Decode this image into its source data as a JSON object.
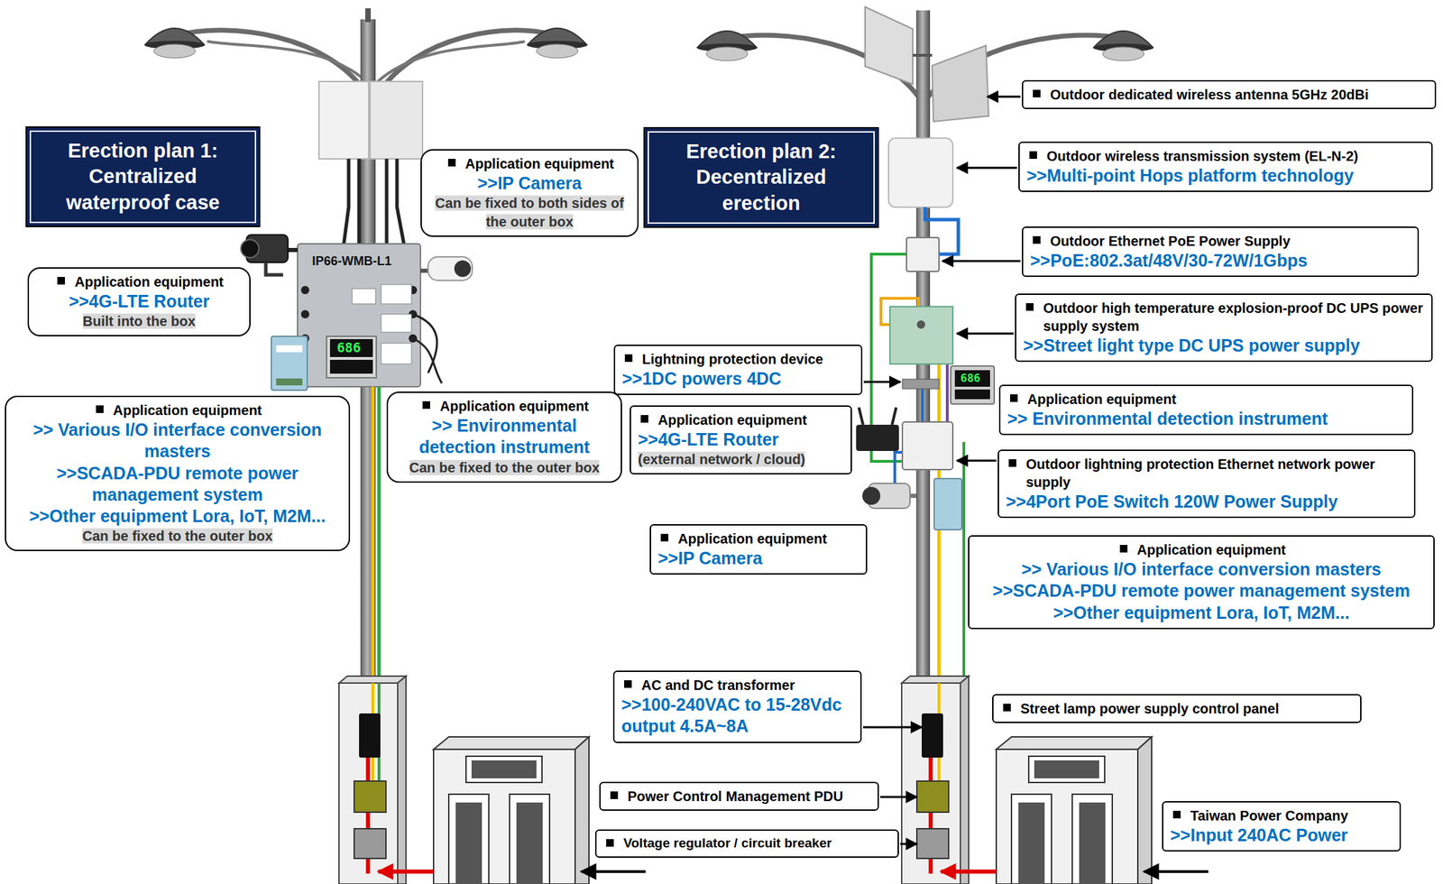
{
  "diagram": {
    "nodes": [
      {
        "text": [
          "Erection plan 1: Centralized waterproof case"
        ]
      },
      {
        "text": [
          "Application equipment",
          ">>IP Camera",
          "Can be fixed to both sides of the outer box"
        ]
      },
      {
        "text": [
          "Application equipment",
          ">>4G-LTE Router",
          "Built into the box"
        ]
      },
      {
        "text": [
          "Application equipment",
          ">> Various I/O interface conversion masters",
          ">>SCADA-PDU remote power management system",
          ">>Other equipment Lora, IoT, M2M...",
          "Can be fixed to the outer box"
        ]
      },
      {
        "text": [
          "Application equipment",
          ">> Environmental detection instrument",
          "Can be fixed to the outer box"
        ]
      },
      {
        "text": [
          "Erection plan 2: Decentralized erection"
        ]
      },
      {
        "text": [
          "Outdoor dedicated wireless antenna 5GHz 20dBi"
        ]
      },
      {
        "text": [
          "Outdoor wireless transmission system (EL-N-2)",
          ">>Multi-point Hops platform technology"
        ]
      },
      {
        "text": [
          "Outdoor Ethernet PoE Power Supply",
          ">>PoE:802.3at/48V/30-72W/1Gbps"
        ]
      },
      {
        "text": [
          "Outdoor high temperature explosion-proof DC UPS power supply system",
          ">>Street light type DC UPS power supply"
        ]
      },
      {
        "text": [
          "Lightning protection device",
          ">>1DC powers 4DC"
        ]
      },
      {
        "text": [
          "Application equipment",
          ">> Environmental detection instrument"
        ]
      },
      {
        "text": [
          "Application equipment",
          ">>4G-LTE Router",
          "(external network / cloud)"
        ]
      },
      {
        "text": [
          "Outdoor lightning protection Ethernet network power supply",
          ">>4Port PoE Switch 120W Power Supply"
        ]
      },
      {
        "text": [
          "Application equipment",
          ">>IP Camera"
        ]
      },
      {
        "text": [
          "Application equipment",
          ">> Various I/O interface conversion masters",
          ">>SCADA-PDU remote power management system",
          ">>Other equipment Lora, IoT, M2M..."
        ]
      },
      {
        "text": [
          "AC and DC transformer",
          ">>100-240VAC to 15-28Vdc output 4.5A~8A"
        ]
      },
      {
        "text": [
          "Street lamp power supply control panel"
        ]
      },
      {
        "text": [
          "Power Control Management PDU"
        ]
      },
      {
        "text": [
          "Taiwan Power Company",
          ">>Input 240AC Power"
        ]
      },
      {
        "text": [
          "Voltage regulator / circuit breaker"
        ]
      }
    ],
    "labels": [
      "IP66-WMB-L1",
      "686",
      "686"
    ]
  }
}
